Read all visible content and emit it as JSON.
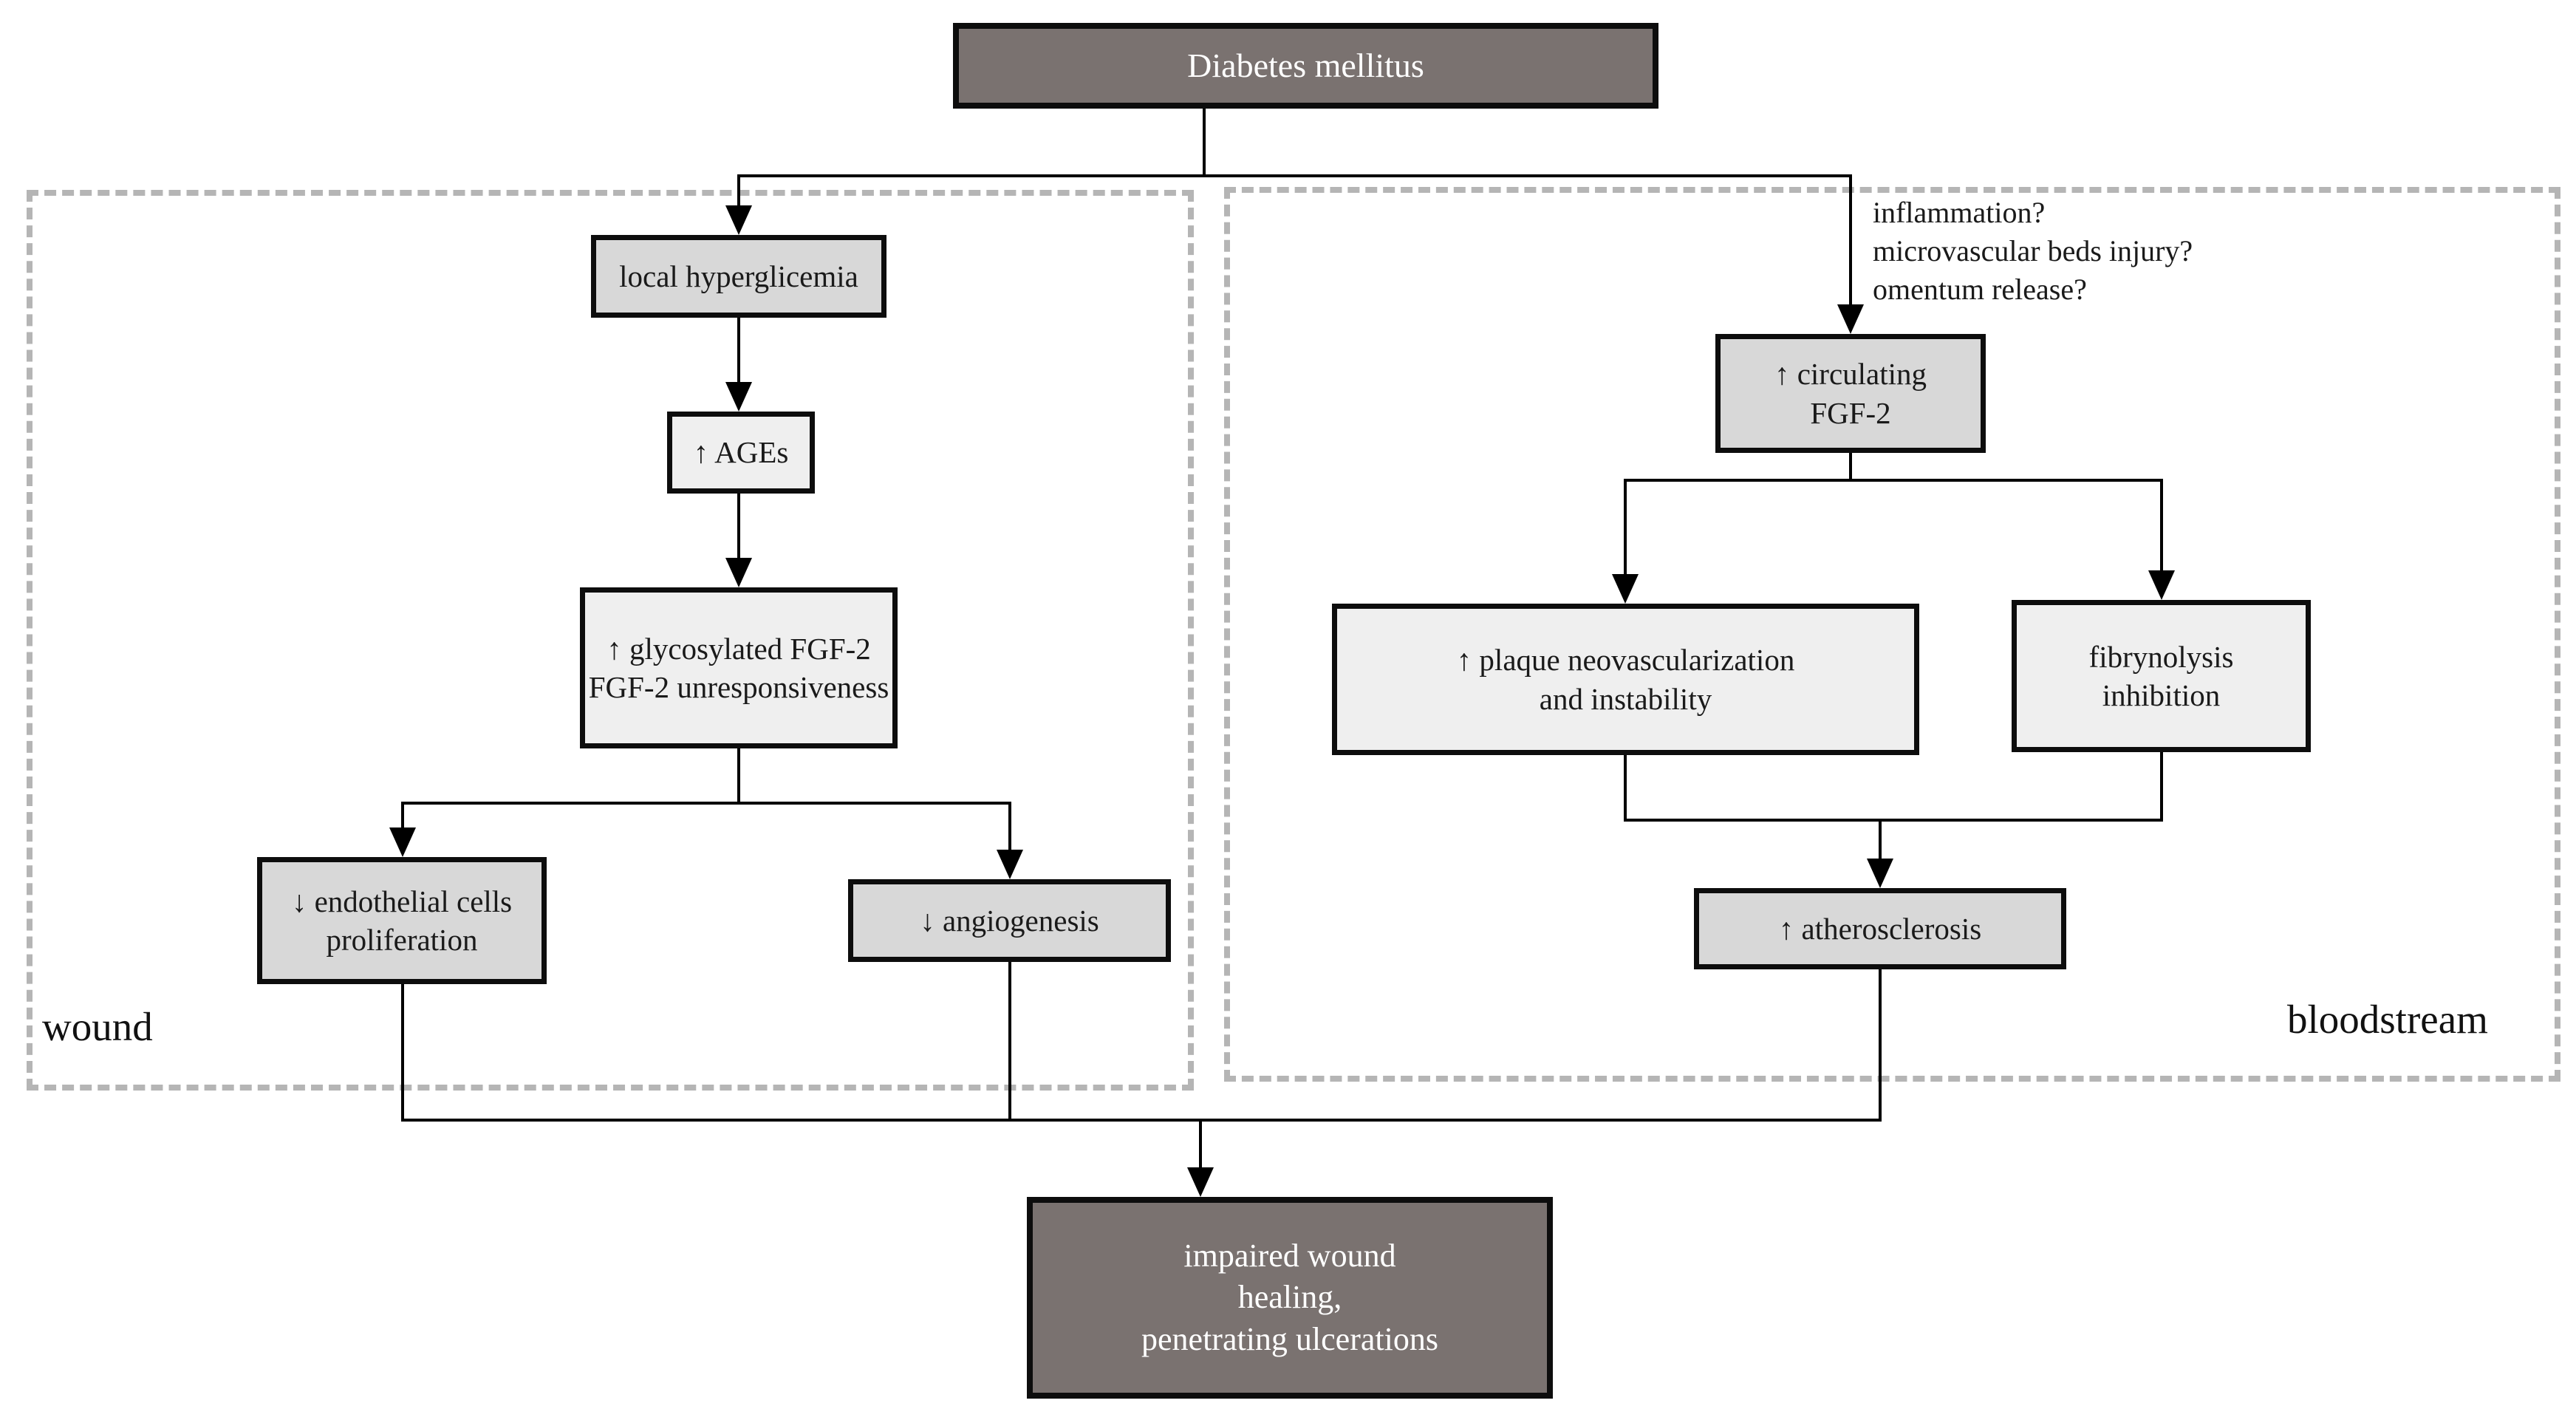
{
  "diagram": {
    "root": {
      "label": "Diabetes mellitus"
    },
    "outcome": {
      "line1": "impaired wound",
      "line2": "healing,",
      "line3": "penetrating ulcerations"
    },
    "wound_region": {
      "label": "wound",
      "nodes": {
        "local_hyperglicemia": {
          "label": "local hyperglicemia"
        },
        "ages": {
          "label": "↑ AGEs"
        },
        "glycosylated_fgf2": {
          "line1": "↑ glycosylated FGF-2",
          "line2": "FGF-2 unresponsiveness"
        },
        "endothelial_proliferation": {
          "line1": "↓ endothelial cells",
          "line2": "proliferation"
        },
        "angiogenesis": {
          "label": "↓ angiogenesis"
        }
      }
    },
    "bloodstream_region": {
      "label": "bloodstream",
      "questions": {
        "line1": "inflammation?",
        "line2": "microvascular beds injury?",
        "line3": "omentum release?"
      },
      "nodes": {
        "circulating_fgf2": {
          "line1": "↑ circulating",
          "line2": "FGF-2"
        },
        "plaque_neovascularization": {
          "line1": "↑ plaque neovascularization",
          "line2": "and instability"
        },
        "fibrynolysis_inhibition": {
          "line1": "fibrynolysis",
          "line2": "inhibition"
        },
        "atherosclerosis": {
          "label": "↑ atherosclerosis"
        }
      }
    },
    "colors": {
      "dark_box_fill": "#7a7270",
      "medium_box_fill": "#d8d8d8",
      "light_box_fill": "#efefef",
      "box_border": "#0d0d0d",
      "dashed_border": "#b5b5b5",
      "connector": "#000000",
      "text_dark": "#1a1a1a",
      "text_light": "#ffffff"
    }
  }
}
